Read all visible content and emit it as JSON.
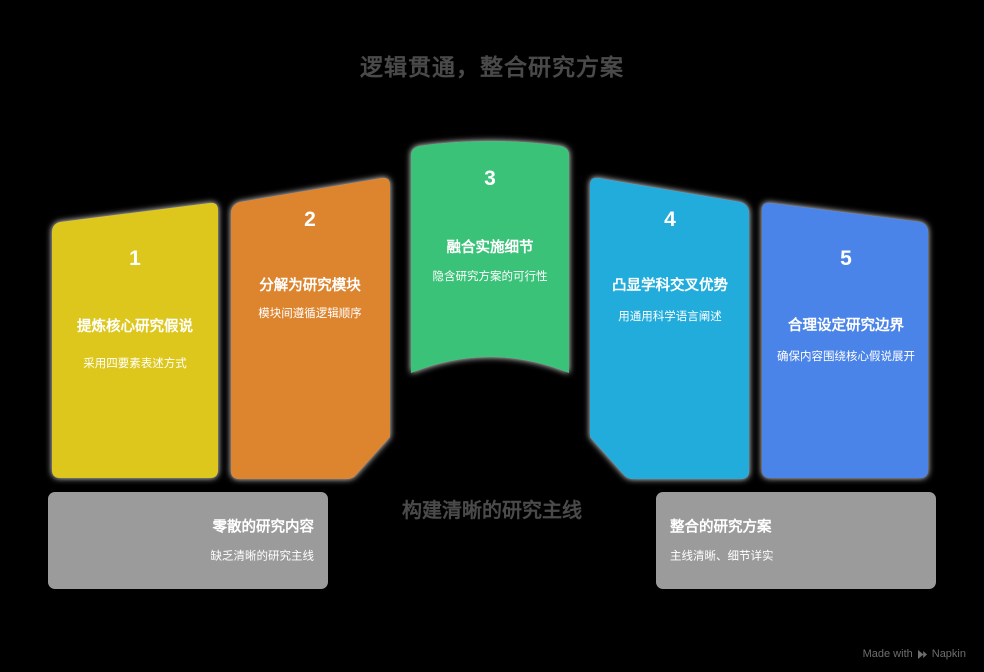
{
  "title": "逻辑贯通，整合研究方案",
  "background_color": "#000000",
  "steps": [
    {
      "number": "1",
      "title": "提炼核心研究假说",
      "subtitle": "采用四要素表述方式",
      "color": "#DDC71B"
    },
    {
      "number": "2",
      "title": "分解为研究模块",
      "subtitle": "模块间遵循逻辑顺序",
      "color": "#DD842F"
    },
    {
      "number": "3",
      "title": "融合实施细节",
      "subtitle": "隐含研究方案的可行性",
      "color": "#3BC279"
    },
    {
      "number": "4",
      "title": "凸显学科交叉优势",
      "subtitle": "用通用科学语言阐述",
      "color": "#21ACDC"
    },
    {
      "number": "5",
      "title": "合理设定研究边界",
      "subtitle": "确保内容围绕核心假说展开",
      "color": "#4B84E8"
    }
  ],
  "endpoints": {
    "start": {
      "title": "零散的研究内容",
      "subtitle": "缺乏清晰的研究主线",
      "color": "#9b9b9b"
    },
    "end": {
      "title": "整合的研究方案",
      "subtitle": "主线清晰、细节详实",
      "color": "#9b9b9b"
    }
  },
  "center_label": "构建清晰的研究主线",
  "footer": {
    "text_before": "Made with",
    "brand": "Napkin",
    "icon": "napkin-logo-icon"
  }
}
